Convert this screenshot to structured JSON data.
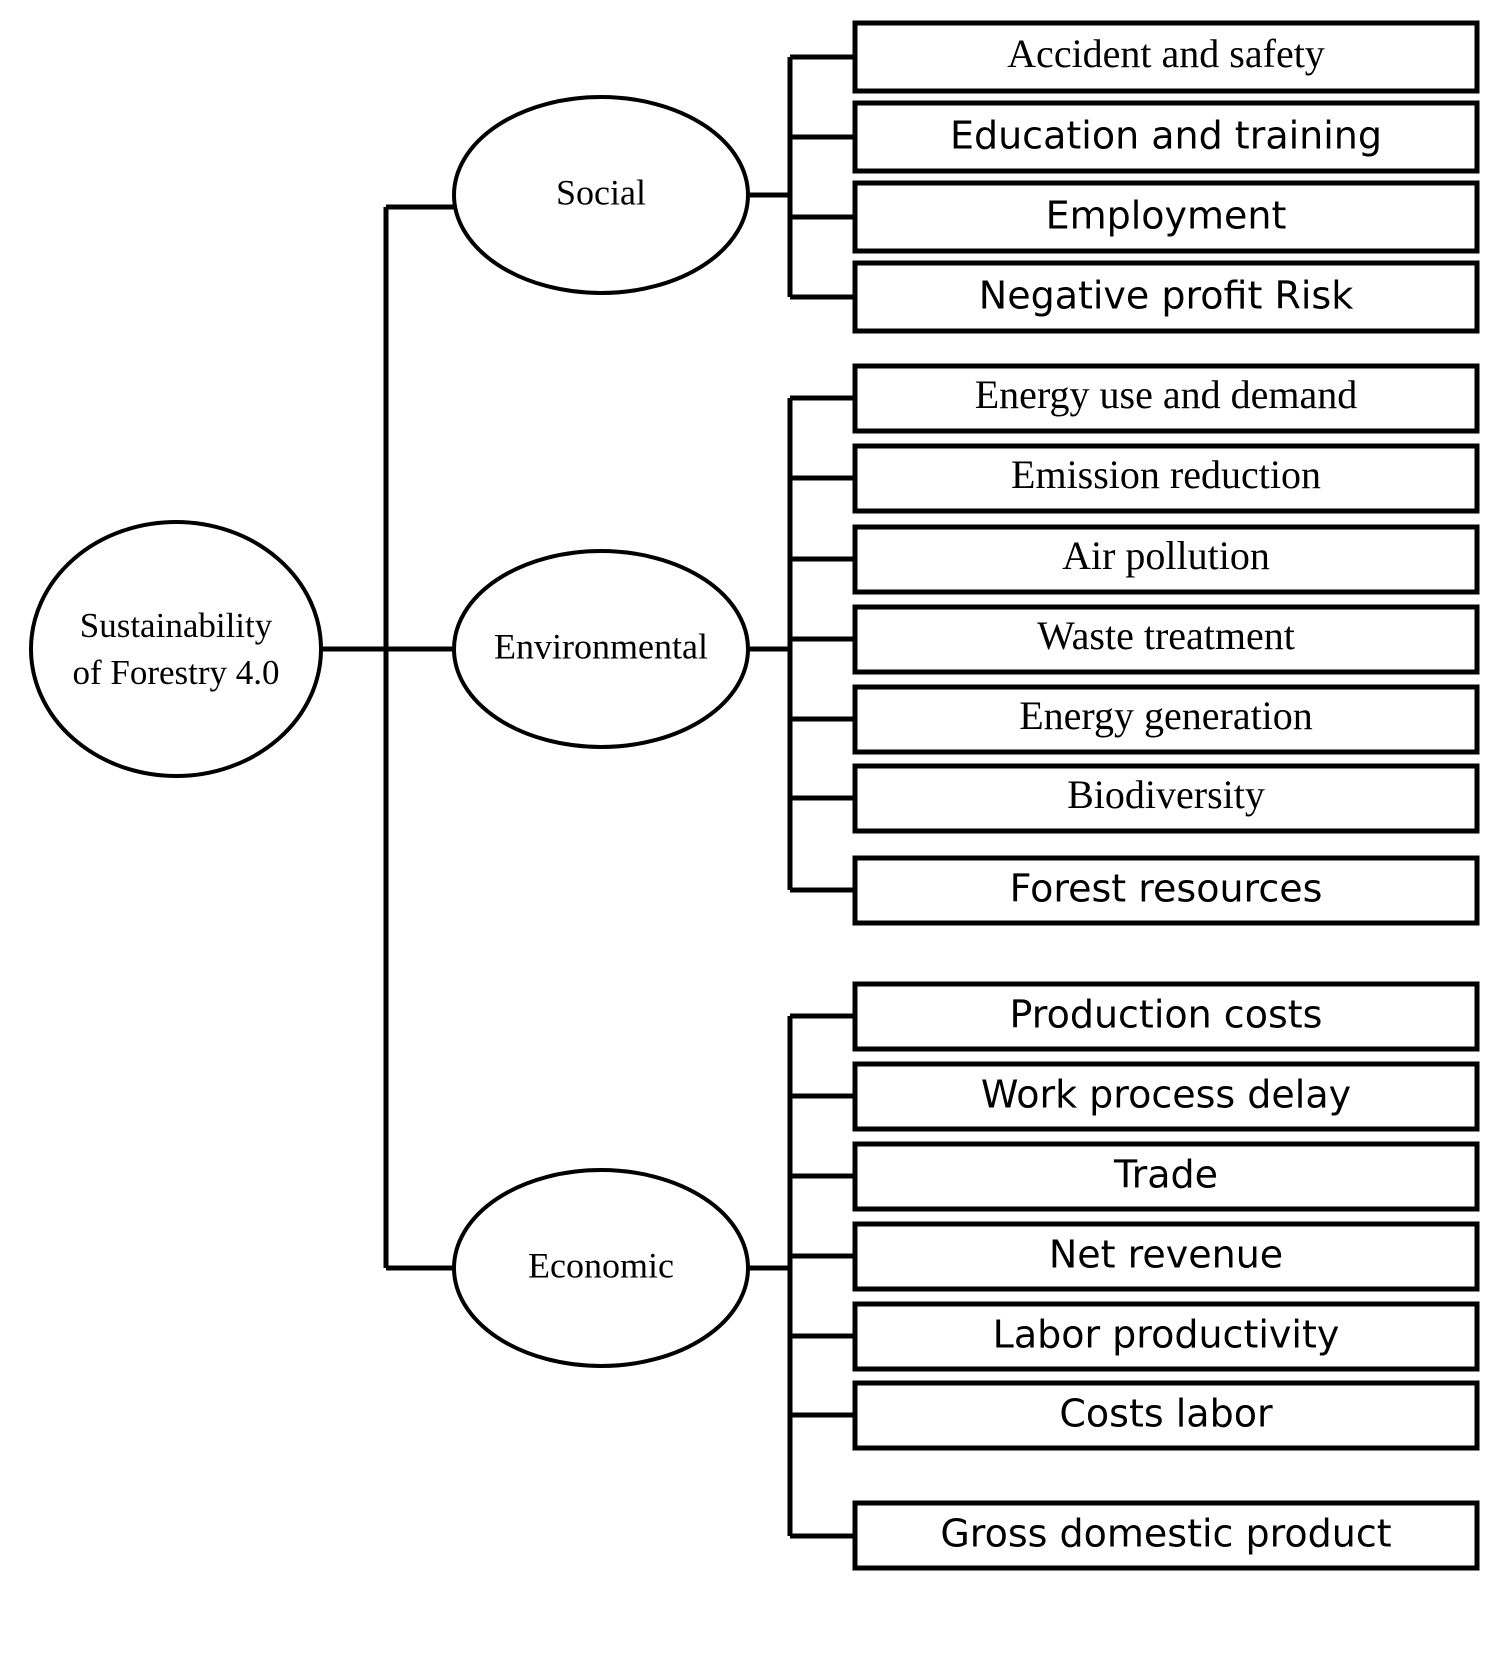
{
  "diagram": {
    "title": "Sustainability of Forestry 4.0 indicator hierarchy",
    "type": "tree",
    "colors": {
      "stroke": "#000000",
      "fill": "#ffffff",
      "background": "#ffffff"
    },
    "root": {
      "label_line1": "Sustainability",
      "label_line2": "of Forestry 4.0",
      "shape": "ellipse"
    },
    "branches": [
      {
        "id": "social",
        "label": "Social",
        "shape": "ellipse",
        "leaves": [
          {
            "label": "Accident and safety",
            "font": "serif"
          },
          {
            "label": "Education and training",
            "font": "sans"
          },
          {
            "label": "Employment",
            "font": "sans"
          },
          {
            "label": "Negative profit Risk",
            "font": "sans"
          }
        ]
      },
      {
        "id": "environmental",
        "label": "Environmental",
        "shape": "ellipse",
        "leaves": [
          {
            "label": "Energy use and demand",
            "font": "serif"
          },
          {
            "label": "Emission reduction",
            "font": "serif"
          },
          {
            "label": "Air pollution",
            "font": "serif"
          },
          {
            "label": "Waste treatment",
            "font": "serif"
          },
          {
            "label": "Energy generation",
            "font": "serif"
          },
          {
            "label": "Biodiversity",
            "font": "serif"
          },
          {
            "label": "Forest resources",
            "font": "sans"
          }
        ]
      },
      {
        "id": "economic",
        "label": "Economic",
        "shape": "ellipse",
        "leaves": [
          {
            "label": "Production costs",
            "font": "sans"
          },
          {
            "label": "Work process delay",
            "font": "sans"
          },
          {
            "label": "Trade",
            "font": "sans"
          },
          {
            "label": "Net revenue",
            "font": "sans"
          },
          {
            "label": "Labor productivity",
            "font": "sans"
          },
          {
            "label": "Costs labor",
            "font": "sans"
          },
          {
            "label": "Gross domestic product",
            "font": "sans"
          }
        ]
      }
    ]
  }
}
